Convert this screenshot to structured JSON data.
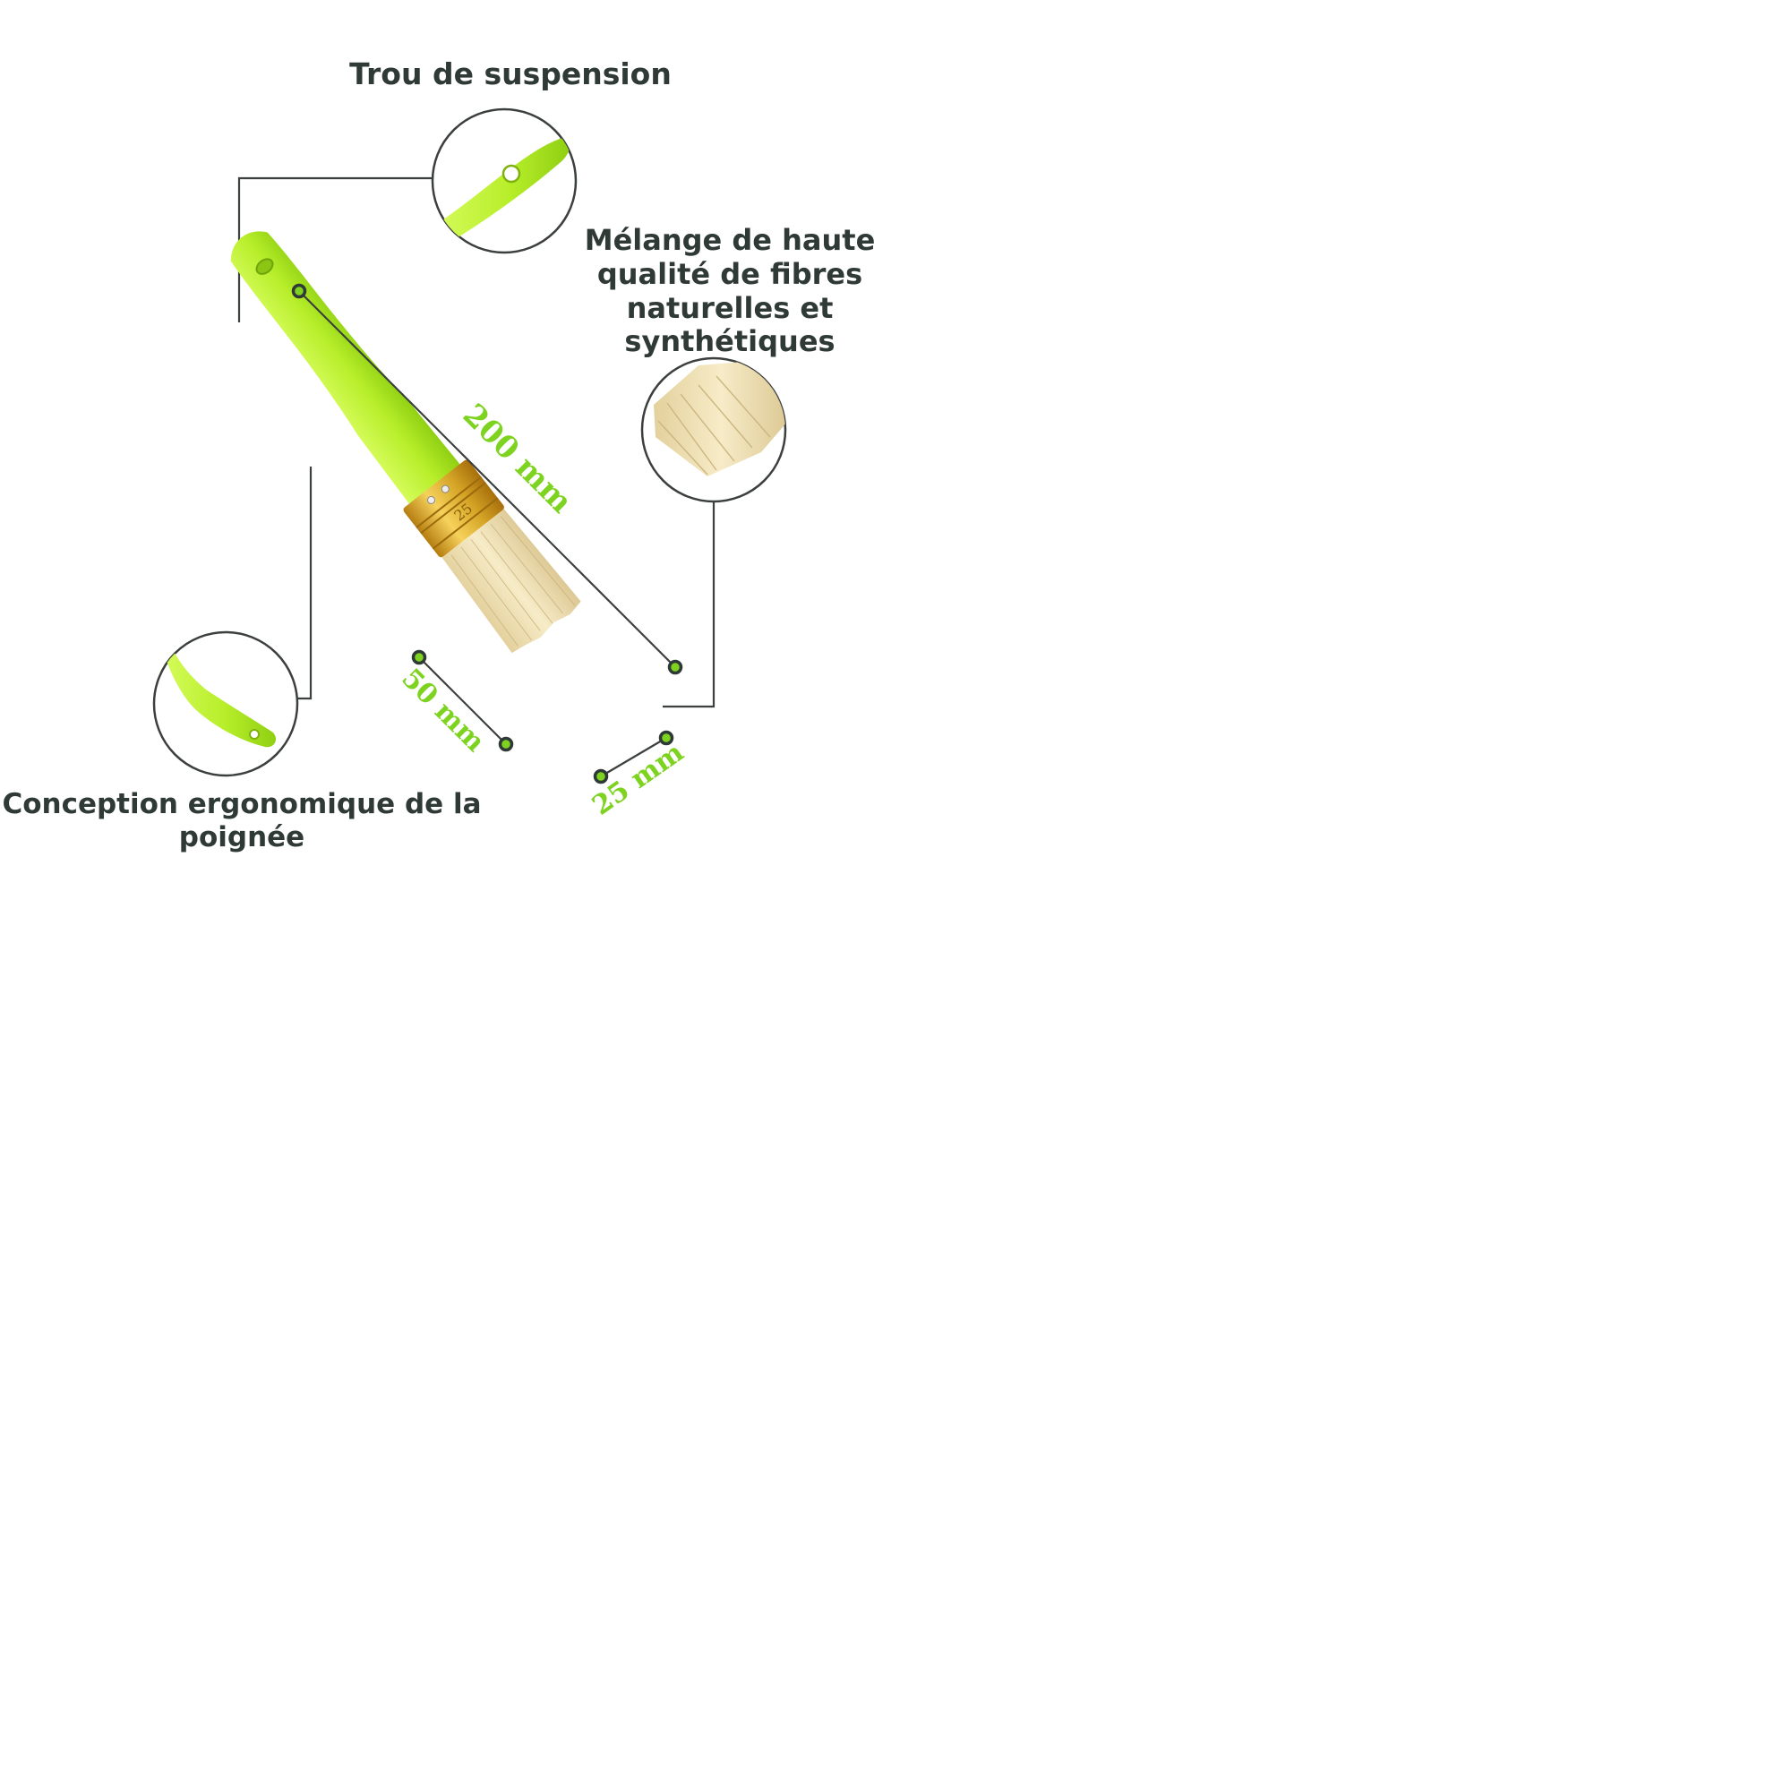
{
  "labels": {
    "hanging_hole": "Trou de suspension",
    "bristles_line1": "Mélange de haute",
    "bristles_line2": "qualité de fibres",
    "bristles_line3": "naturelles et",
    "bristles_line4": "synthétiques",
    "handle_line1": "Conception ergonomique de la",
    "handle_line2": "poignée"
  },
  "dimensions": {
    "length": "200 mm",
    "bristle_length": "50 mm",
    "width": "25 mm"
  },
  "ferrule_marking": "25",
  "colors": {
    "text": "#2f3a37",
    "accent": "#7ed321",
    "handle": "#b8f02a",
    "ferrule": "#d9a520",
    "bristles": "#eedfb0",
    "line": "#3b3f3d"
  }
}
